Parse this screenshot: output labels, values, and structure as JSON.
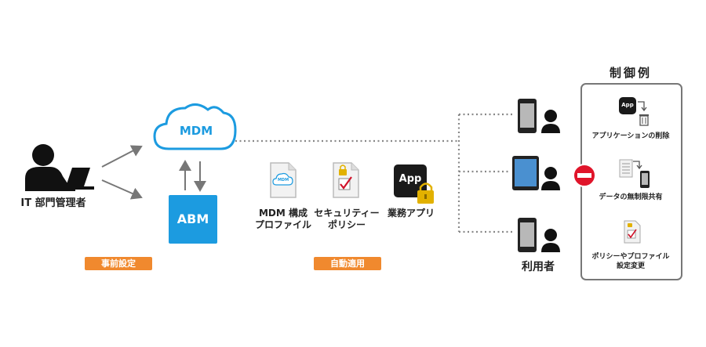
{
  "admin": {
    "label": "IT 部門管理者"
  },
  "mdm": {
    "label": "MDM"
  },
  "abm": {
    "label": "ABM"
  },
  "tags": {
    "pre_setup": "事前設定",
    "auto_apply": "自動適用"
  },
  "payloads": [
    {
      "line1": "MDM 構成",
      "line2": "プロファイル",
      "icon_text": "MDM"
    },
    {
      "line1": "セキュリティー",
      "line2": "ポリシー"
    },
    {
      "line1": "業務アプリ",
      "icon_text": "App"
    }
  ],
  "users": {
    "label": "利用者"
  },
  "controls": {
    "title": "制御例",
    "items": [
      {
        "line1": "アプリケーションの削除",
        "icon_text": "App"
      },
      {
        "line1": "データの無制限共有"
      },
      {
        "line1": "ポリシーやプロファイル",
        "line2": "設定変更"
      }
    ]
  },
  "colors": {
    "accent_blue": "#1c9be0",
    "tag_orange": "#f0892e",
    "block_red": "#e0142a",
    "dark": "#222222"
  }
}
